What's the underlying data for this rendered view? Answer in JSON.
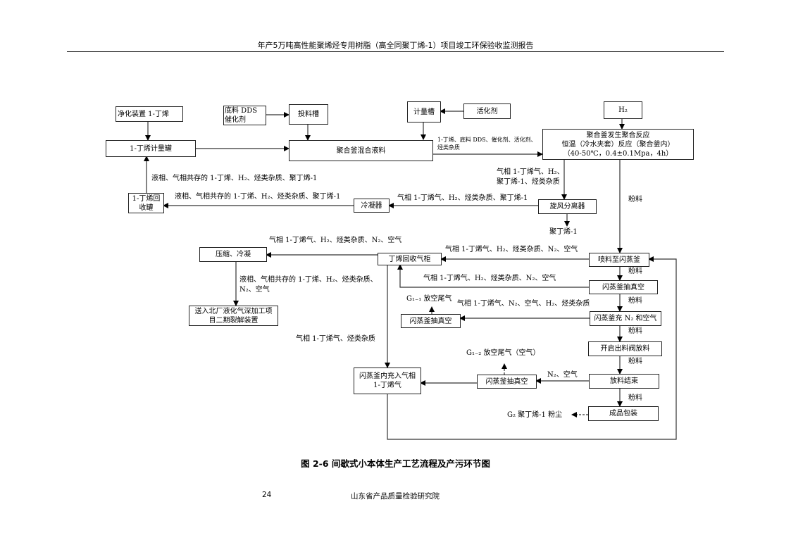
{
  "header": "年产5万吨高性能聚烯烃专用树脂（高全同聚丁烯-1）项目竣工环保验收监测报告",
  "boxes": {
    "purify": "净化装置 1-丁烯",
    "meter_tank": "1-丁烯计量罐",
    "dds": "底料 DDS\n催化剂",
    "feed_tank": "投料槽",
    "mix": "聚合釜混合液料",
    "metering": "计量槽",
    "activator": "活化剂",
    "h2": "H₂",
    "reaction": "聚合釜发生聚合反应\n恒温（冷水夹套）反应（聚合釜内）\n（40-50℃，0.4±0.1Mpa，4h）",
    "cyclone": "旋风分离器",
    "condenser": "冷凝器",
    "recovery_tank": "1-丁烯回\n收罐",
    "compress": "压缩、冷凝",
    "gas_holder": "丁烯回收气柜",
    "spray": "喷料至闪蒸釜",
    "vac_right": "闪蒸釜抽真空",
    "fill_n2": "闪蒸釜充 N₂ 和空气",
    "vac_mid": "闪蒸釜抽真空",
    "north": "送入北厂液化气深加工项\n目二期裂解装置",
    "open_valve": "开启出料阀放料",
    "discharge_end": "放料结束",
    "vac_low": "闪蒸釜抽真空",
    "fill_butene": "闪蒸釜内充入气相\n1-丁烯气",
    "package": "成品包装"
  },
  "labels": {
    "l1": "液相、气相共存的 1-丁烯、H₂、烃类杂质、聚丁烯-1",
    "l2": "液相、气相共存的 1-丁烯、H₂、烃类杂质、聚丁烯-1",
    "l3": "气相 1-丁烯气、H₂、烃类杂质、聚丁烯-1",
    "l4": "1-丁烯、底料 DDS、催化剂、活化剂、\n烃类杂质",
    "l5": "气相 1-丁烯气、H₂、\n聚丁烯-1、烃类杂质",
    "powder_main": "粉料",
    "pb1": "聚丁烯-1",
    "l6": "气相 1-丁烯气、H₂、烃类杂质、N₂、空气",
    "l7": "气相 1-丁烯气、H₂、烃类杂质、N₂、空气",
    "l8": "气相 1-丁烯气、H₂、烃类杂质、N₂、空气",
    "l9": "液相、气相共存的 1-丁烯、H₂、烃类杂质、\nN₂、空气",
    "l10": "气相 1-丁烯气、N₂、空气、H₂、烃类杂质",
    "g11": "G₁₋₁ 放空尾气",
    "l11": "气相 1-丁烯气、烃类杂质",
    "g12": "G₁₋₂ 放空尾气（空气）",
    "n2air": "N₂、空气",
    "p1": "粉料",
    "p2": "粉料",
    "p3": "粉料",
    "p4": "粉料",
    "p5": "粉料",
    "g2": "G₂ 聚丁烯-1 粉尘"
  },
  "caption": "图 2-6 间歇式小本体生产工艺流程及产污环节图",
  "footer": {
    "page": "24",
    "org": "山东省产品质量检验研究院"
  }
}
